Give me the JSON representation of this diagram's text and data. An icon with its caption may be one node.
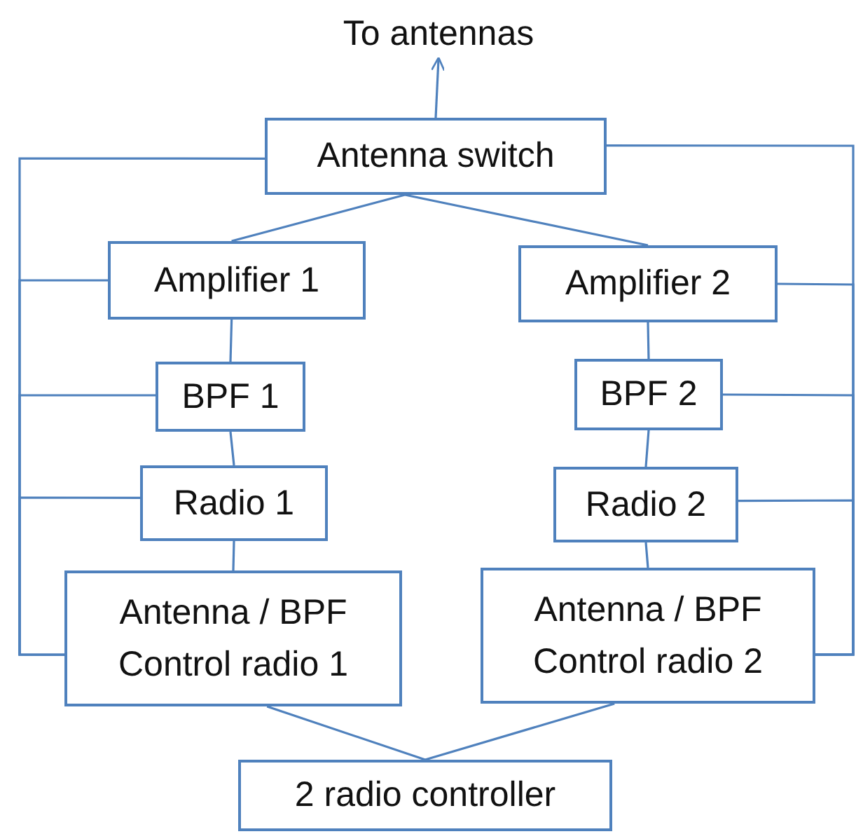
{
  "diagram": {
    "nodes": [
      {
        "text": [
          "To antennas"
        ]
      },
      {
        "text": [
          "Antenna switch"
        ]
      },
      {
        "text": [
          "Amplifier 1"
        ]
      },
      {
        "text": [
          "Amplifier 2"
        ]
      },
      {
        "text": [
          "BPF 1"
        ]
      },
      {
        "text": [
          "BPF 2"
        ]
      },
      {
        "text": [
          "Radio 1"
        ]
      },
      {
        "text": [
          "Radio 2"
        ]
      },
      {
        "text": [
          "Antenna / BPF Control radio 1"
        ]
      },
      {
        "text": [
          "Antenna / BPF Control radio 2"
        ]
      },
      {
        "text": [
          "2 radio controller"
        ]
      }
    ],
    "edges": [
      {
        "from": 1,
        "to": 0,
        "arrow": "to"
      },
      {
        "from": 1,
        "to": 2,
        "arrow": "none"
      },
      {
        "from": 1,
        "to": 3,
        "arrow": "none"
      },
      {
        "from": 2,
        "to": 4,
        "arrow": "none"
      },
      {
        "from": 4,
        "to": 6,
        "arrow": "none"
      },
      {
        "from": 6,
        "to": 8,
        "arrow": "none"
      },
      {
        "from": 3,
        "to": 5,
        "arrow": "none"
      },
      {
        "from": 5,
        "to": 7,
        "arrow": "none"
      },
      {
        "from": 7,
        "to": 9,
        "arrow": "none"
      },
      {
        "from": 8,
        "to": 10,
        "arrow": "none"
      },
      {
        "from": 9,
        "to": 10,
        "arrow": "none"
      },
      {
        "from": 8,
        "to": 1,
        "arrow": "none"
      },
      {
        "from": 8,
        "to": 2,
        "arrow": "none"
      },
      {
        "from": 8,
        "to": 4,
        "arrow": "none"
      },
      {
        "from": 8,
        "to": 6,
        "arrow": "none"
      },
      {
        "from": 9,
        "to": 1,
        "arrow": "none"
      },
      {
        "from": 9,
        "to": 3,
        "arrow": "none"
      },
      {
        "from": 9,
        "to": 5,
        "arrow": "none"
      },
      {
        "from": 9,
        "to": 7,
        "arrow": "none"
      }
    ]
  }
}
